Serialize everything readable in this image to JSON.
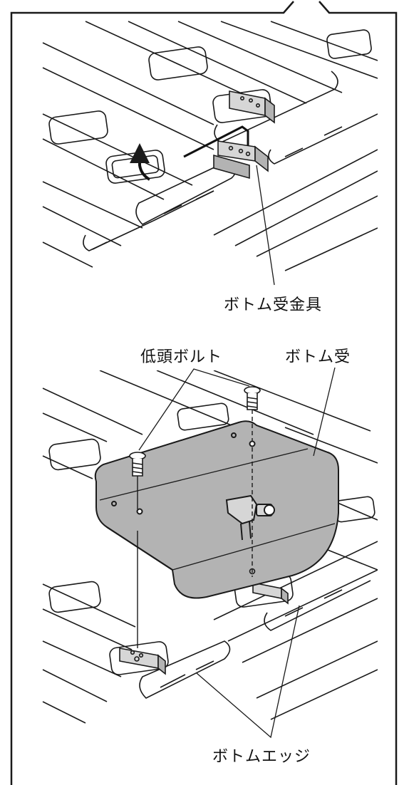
{
  "figure": {
    "panel_top_caption": "ボトム受金具",
    "panel_bottom": {
      "bolt_label": "低頭ボルト",
      "bottom_receiver_label": "ボトム受",
      "edge_label": "ボトムエッジ"
    }
  },
  "colors": {
    "line": "#1a1a1a",
    "part_fill": "#b3b3b3",
    "metal_fill": "#d6d6d6",
    "background": "#ffffff"
  }
}
